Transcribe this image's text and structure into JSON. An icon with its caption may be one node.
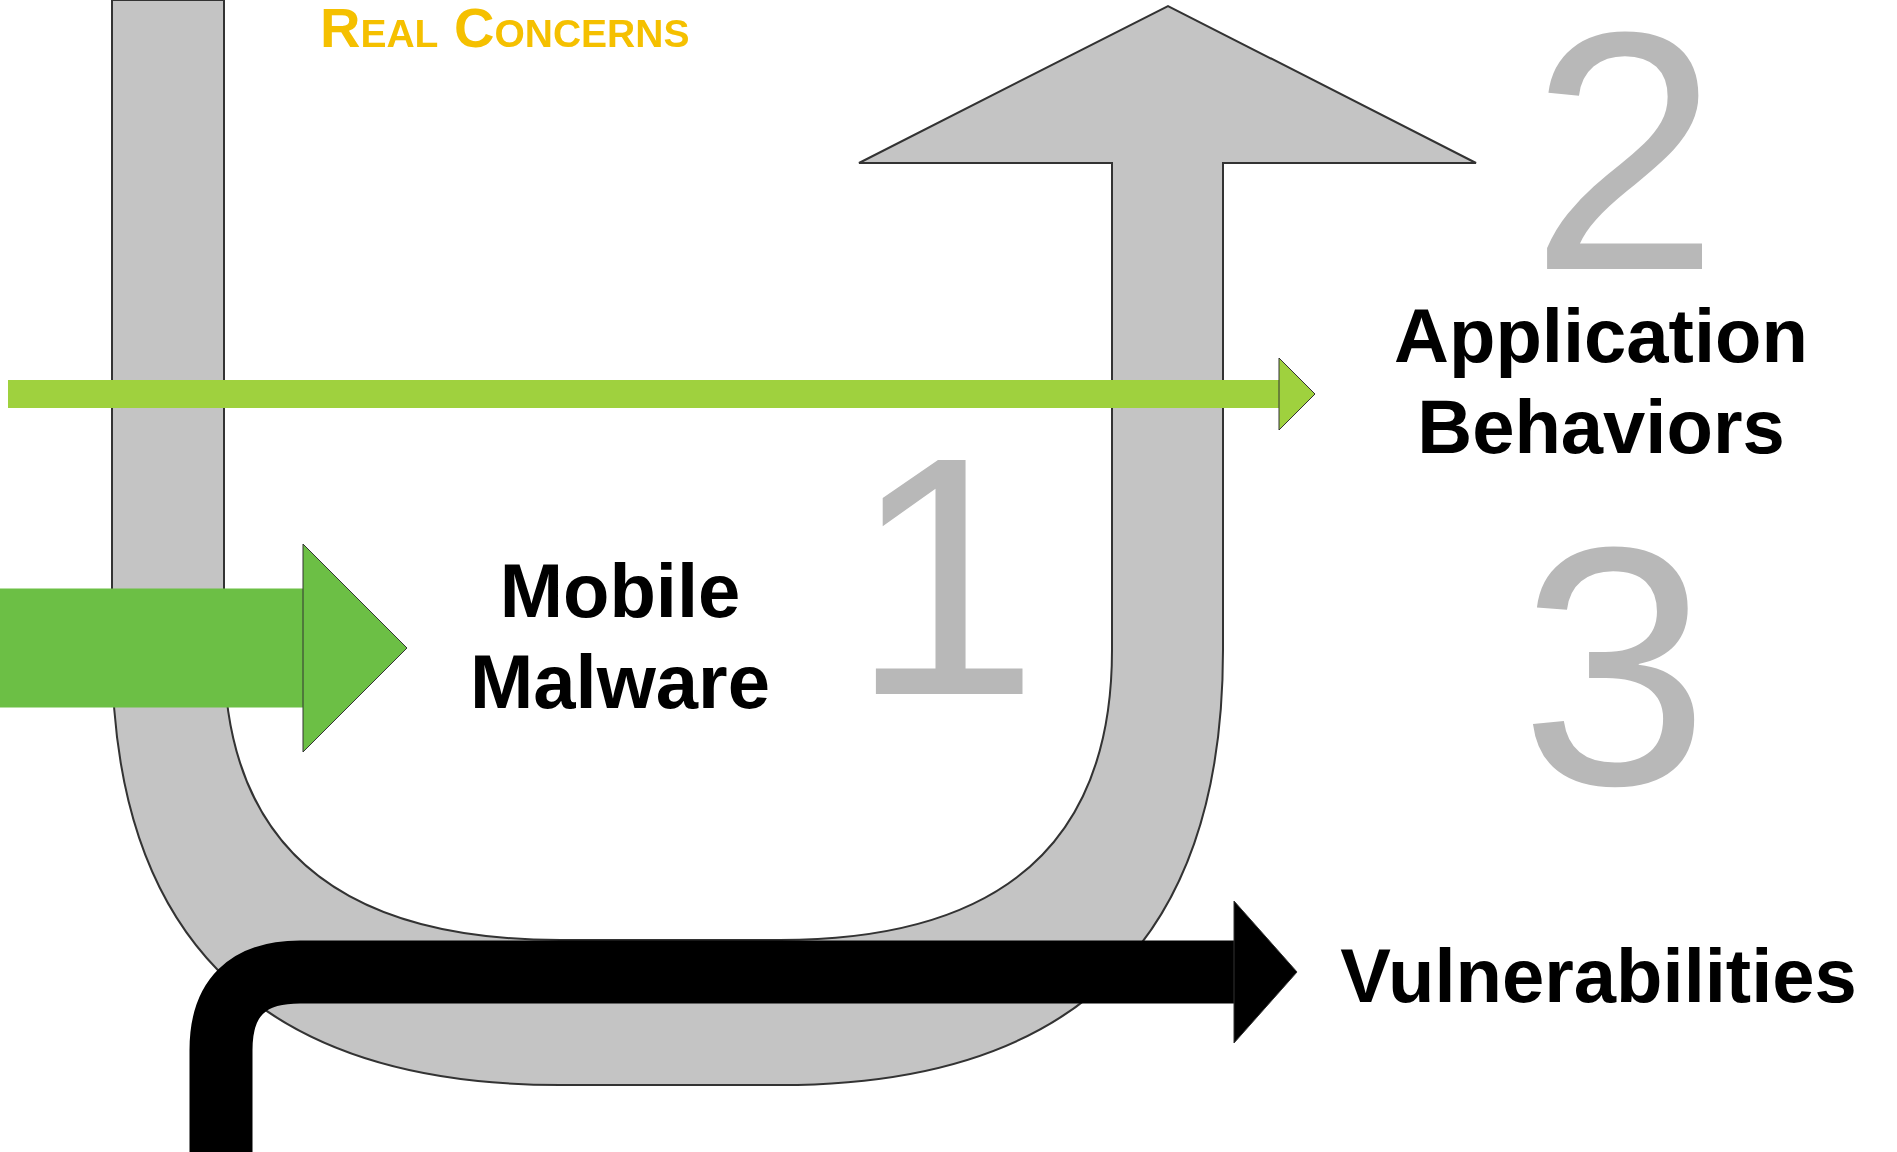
{
  "diagram": {
    "title": "Real Concerns",
    "nodes": [
      {
        "text": [
          "Mobile Malware"
        ],
        "beside": [
          "1"
        ]
      },
      {
        "text": [
          "Application Behaviors"
        ],
        "beside": [
          "2"
        ]
      },
      {
        "text": [
          "Vulnerabilities"
        ],
        "beside": [
          "3"
        ]
      }
    ],
    "edges": [
      {
        "from": null,
        "to": 1,
        "arrow": "to",
        "color": "#9fd13e"
      },
      {
        "from": null,
        "to": 0,
        "arrow": "to",
        "style": "thick",
        "color": "#6cbf45"
      },
      {
        "from": null,
        "to": 2,
        "arrow": "to",
        "color": "#000000"
      }
    ]
  }
}
